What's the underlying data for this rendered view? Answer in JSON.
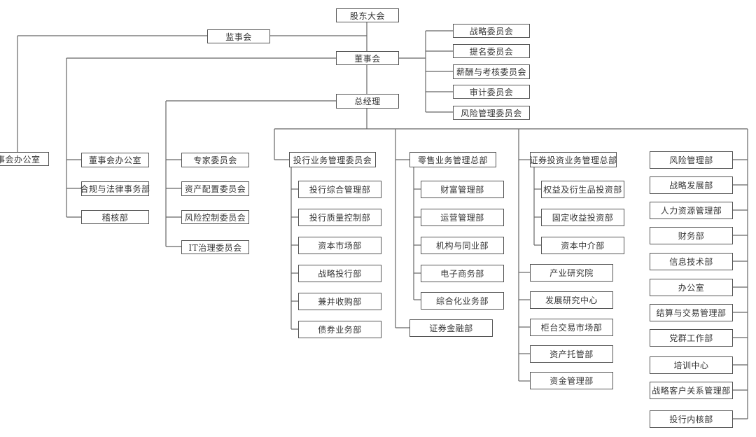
{
  "top": {
    "shareholders": "股东大会",
    "supervisory_board": "监事会",
    "supervisory_office": "监事会办公室",
    "board": "董事会",
    "general_manager": "总经理"
  },
  "board_committees": [
    "战略委员会",
    "提名委员会",
    "薪酬与考核委员会",
    "审计委员会",
    "风险管理委员会"
  ],
  "board_units": [
    "董事会办公室",
    "合规与法律事务部",
    "稽核部"
  ],
  "gm_committees": [
    "专家委员会",
    "资产配置委员会",
    "风险控制委员会",
    "IT治理委员会"
  ],
  "ib": {
    "head": "投行业务管理委员会",
    "units": [
      "投行综合管理部",
      "投行质量控制部",
      "资本市场部",
      "战略投行部",
      "兼并收购部",
      "债券业务部"
    ]
  },
  "retail": {
    "head": "零售业务管理总部",
    "units": [
      "财富管理部",
      "运营管理部",
      "机构与同业部",
      "电子商务部",
      "综合化业务部"
    ],
    "extra": "证券金融部"
  },
  "securities": {
    "head": "证券投资业务管理总部",
    "units": [
      "权益及衍生品投资部",
      "固定收益投资部",
      "资本中介部"
    ],
    "extra": [
      "产业研究院",
      "发展研究中心",
      "柜台交易市场部",
      "资产托管部",
      "资金管理部"
    ]
  },
  "support": [
    "风险管理部",
    "战略发展部",
    "人力资源管理部",
    "财务部",
    "信息技术部",
    "办公室",
    "结算与交易管理部",
    "党群工作部",
    "培训中心",
    "战略客户关系管理部",
    "投行内核部"
  ]
}
